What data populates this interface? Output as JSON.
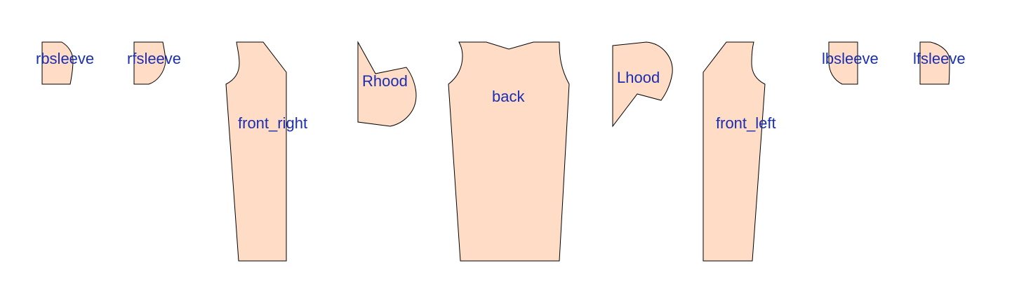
{
  "colors": {
    "piece_fill": "#FFDCC6",
    "outline": "#000000",
    "label": "#1A2EB0",
    "background": "#FFFFFF"
  },
  "pieces": [
    {
      "id": "rbsleeve",
      "label": "rbsleeve"
    },
    {
      "id": "rfsleeve",
      "label": "rfsleeve"
    },
    {
      "id": "front_right",
      "label": "front_right"
    },
    {
      "id": "rhood",
      "label": "Rhood"
    },
    {
      "id": "back",
      "label": "back"
    },
    {
      "id": "lhood",
      "label": "Lhood"
    },
    {
      "id": "front_left",
      "label": "front_left"
    },
    {
      "id": "lbsleeve",
      "label": "lbsleeve"
    },
    {
      "id": "lfsleeve",
      "label": "lfsleeve"
    }
  ]
}
